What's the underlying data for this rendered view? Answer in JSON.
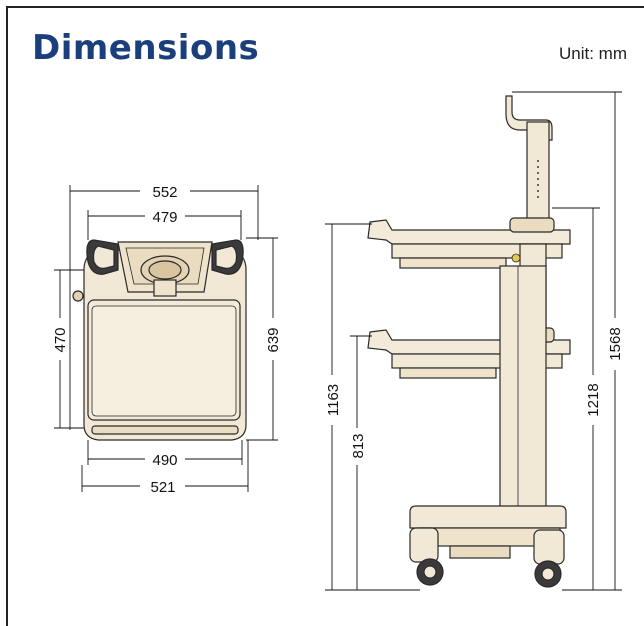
{
  "header": {
    "title": "Dimensions",
    "unit": "Unit: mm"
  },
  "colors": {
    "title": "#1b3f7d",
    "body_fill": "#f2e8d6",
    "outline": "#2a2a2a",
    "frame": "#222222"
  },
  "top_view": {
    "width_top_outer": "552",
    "width_top_inner": "479",
    "width_bottom_inner": "490",
    "width_bottom_outer": "521",
    "depth_left": "470",
    "depth_right": "639"
  },
  "side_view": {
    "height_upper_shelf": "1163",
    "height_lower_shelf": "813",
    "height_top_shelf_right": "1218",
    "height_overall": "1568"
  }
}
